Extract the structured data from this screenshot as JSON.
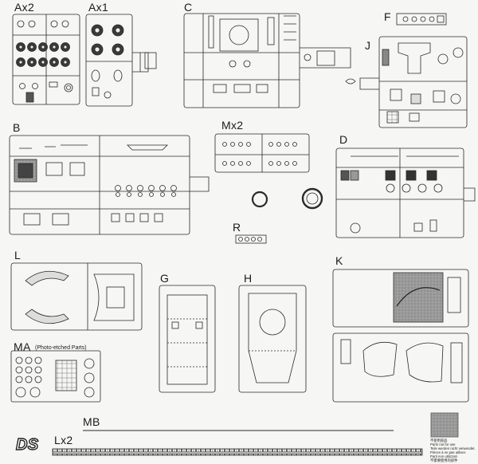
{
  "sprues": [
    {
      "id": "ax2",
      "label": "Ax2"
    },
    {
      "id": "ax1",
      "label": "Ax1"
    },
    {
      "id": "c",
      "label": "C"
    },
    {
      "id": "f",
      "label": "F"
    },
    {
      "id": "j",
      "label": "J"
    },
    {
      "id": "b",
      "label": "B"
    },
    {
      "id": "mx2",
      "label": "Mx2"
    },
    {
      "id": "d",
      "label": "D"
    },
    {
      "id": "r",
      "label": "R"
    },
    {
      "id": "l",
      "label": "L"
    },
    {
      "id": "g",
      "label": "G"
    },
    {
      "id": "h",
      "label": "H"
    },
    {
      "id": "k",
      "label": "K"
    },
    {
      "id": "ma",
      "label": "MA",
      "note": "(Photo-etched Parts)"
    },
    {
      "id": "mb",
      "label": "MB"
    },
    {
      "id": "lx2",
      "label": "Lx2"
    }
  ],
  "logo": {
    "text": "DS"
  },
  "not_for_use_notes": [
    "不使用部品",
    "Parts not for use",
    "Teile werden nicht verwendet.",
    "Pièces à ne pas utiliser.",
    "Parti non utilizzati",
    "不需要使用的部件"
  ],
  "colors": {
    "line": "#2a2a2a",
    "paper": "#f6f6f4",
    "grey_part": "#8a8a8a"
  }
}
